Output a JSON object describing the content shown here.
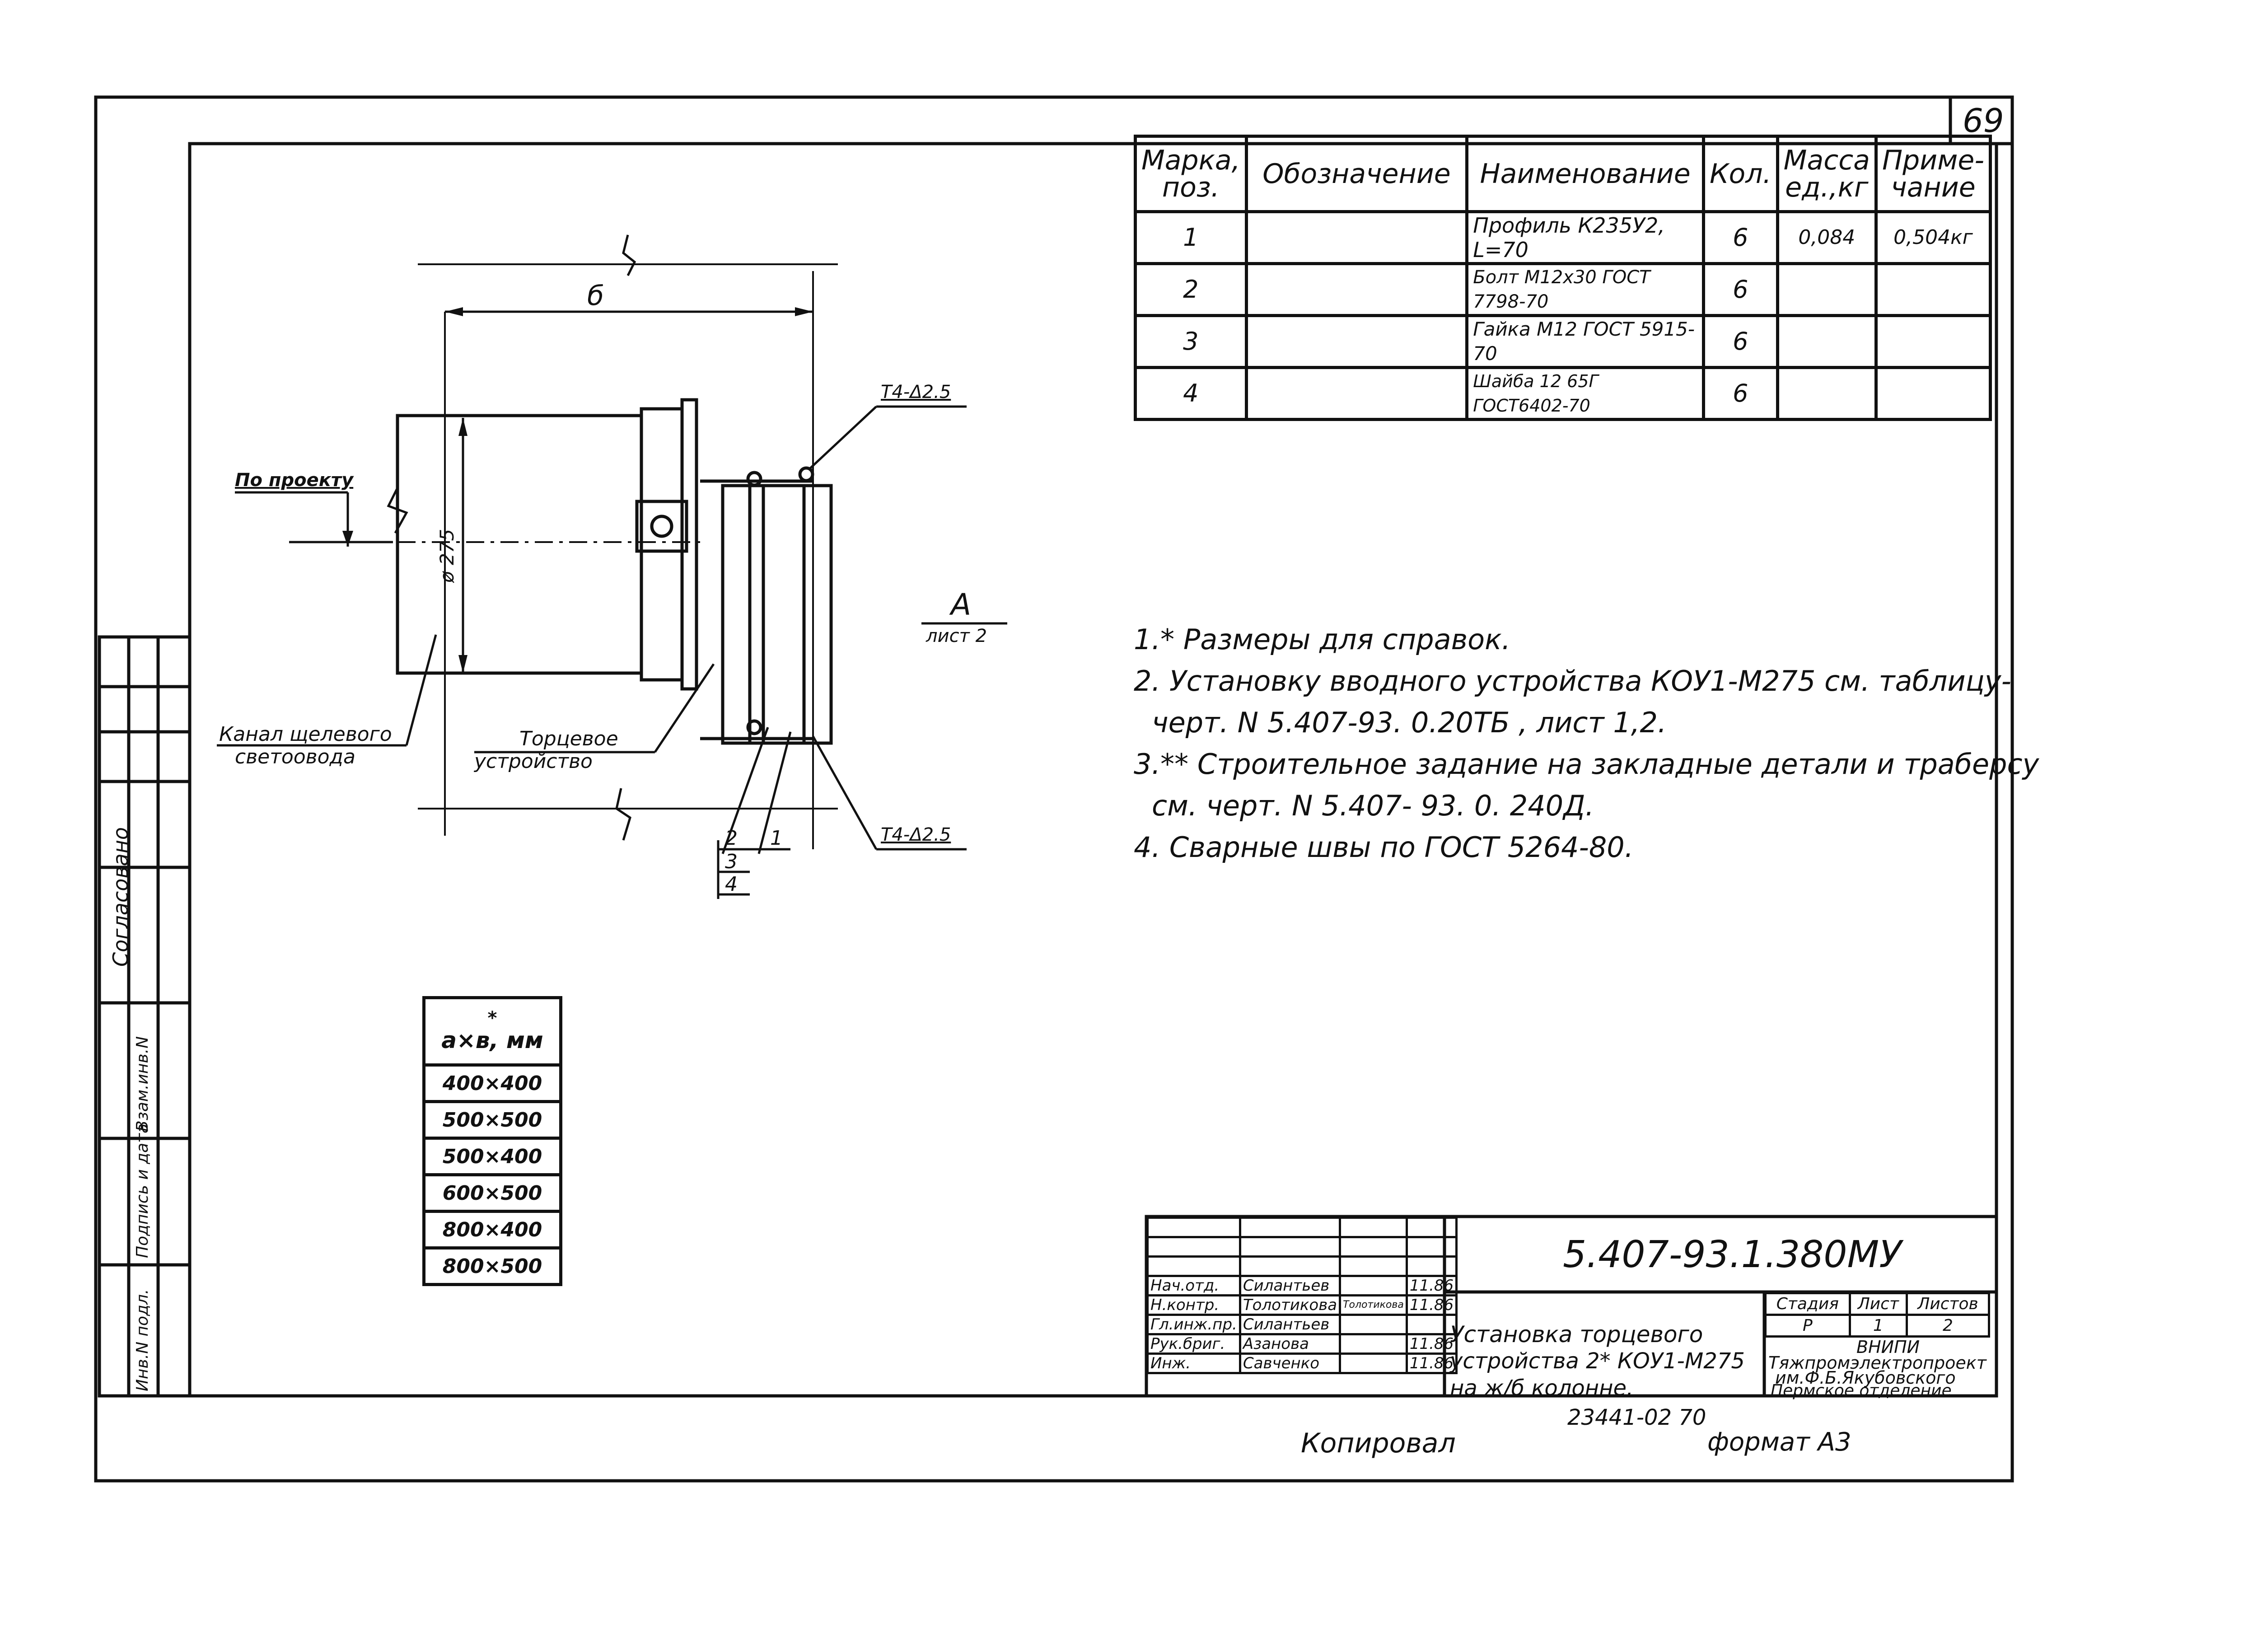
{
  "sheet_number": "69",
  "spec_table": {
    "headers": [
      "Марка, поз.",
      "Обозначение",
      "Наименование",
      "Кол.",
      "Масса ед.,кг",
      "Приме- чание"
    ],
    "rows": [
      {
        "mark": "1",
        "designation": "",
        "name": "Профиль К235У2, L=70",
        "qty": "6",
        "mass": "0,084",
        "note": "0,504кг"
      },
      {
        "mark": "2",
        "designation": "",
        "name": "Болт М12х30 ГОСТ 7798-70",
        "qty": "6",
        "mass": "",
        "note": ""
      },
      {
        "mark": "3",
        "designation": "",
        "name": "Гайка М12 ГОСТ 5915-70",
        "qty": "6",
        "mass": "",
        "note": ""
      },
      {
        "mark": "4",
        "designation": "",
        "name": "Шайба 12 65Г ГОСТ6402-70",
        "qty": "6",
        "mass": "",
        "note": ""
      }
    ]
  },
  "drawing": {
    "dim_b": "б",
    "dim_diameter": "ø 275",
    "weld_top": "Т4-Δ2.5",
    "weld_bottom": "Т4-Δ2.5",
    "label_po_proektu": "По проекту",
    "label_kanal_line1": "Канал щелевого",
    "label_kanal_line2": "светоовода",
    "label_torcevoe_line1": "Торцевое",
    "label_torcevoe_line2": "устройство",
    "view_letter": "А",
    "view_sheet": "лист 2",
    "callouts": [
      "2",
      "1",
      "3",
      "4"
    ]
  },
  "notes": [
    "1.* Размеры для справок.",
    "2. Установку вводного устройства КОУ1-М275    см. таблицу-",
    "черт. N 5.407-93. 0.20ТБ , лист 1,2.",
    "3.** Строительное задание на закладные детали и траберсу",
    "см. черт. N 5.407- 93. 0. 240Д.",
    "4. Сварные швы по ГОСТ 5264-80."
  ],
  "sizes_table": {
    "header_mark": "*",
    "header": "а×в, мм",
    "rows": [
      "400×400",
      "500×500",
      "500×400",
      "600×500",
      "800×400",
      "800×500"
    ]
  },
  "left_strip": {
    "agreed": "Согласовано",
    "col1": "Инв.N подл.",
    "col2": "Подпись и дата",
    "col3": "Взам.инв.N"
  },
  "title_block": {
    "code": "5.407-93.1.380МУ",
    "title_line1": "Установка торцевого",
    "title_line2": "устройства 2* КОУ1-М275",
    "title_line3": "на ж/б колонне.",
    "stage_headers": [
      "Стадия",
      "Лист",
      "Листов"
    ],
    "stage_values": [
      "Р",
      "1",
      "2"
    ],
    "org_line1": "ВНИПИ",
    "org_line2": "Тяжпромэлектропроект",
    "org_line3": "им.Ф.Б.Якубовского",
    "org_line4": "Пермское отделение",
    "roles": [
      {
        "role": "Нач.отд.",
        "name": "Силантьев",
        "date": "11.86"
      },
      {
        "role": "Н.контр.",
        "name": "Толотикова",
        "date": "11.86"
      },
      {
        "role": "Гл.инж.пр.",
        "name": "Силантьев",
        "date": ""
      },
      {
        "role": "Рук.бриг.",
        "name": "Азанова",
        "date": "11.86"
      },
      {
        "role": "Инж.",
        "name": "Савченко",
        "date": "11.86"
      }
    ],
    "sign_extra": "Толотикова"
  },
  "footer": {
    "copied": "Копировал",
    "inv": "23441-02  70",
    "format": "формат А3"
  }
}
